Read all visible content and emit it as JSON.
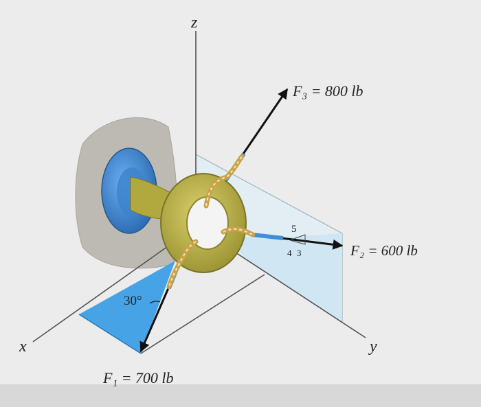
{
  "axes": {
    "x_label": "x",
    "y_label": "y",
    "z_label": "z"
  },
  "forces": {
    "f1": {
      "label": "F₁ = 700 lb",
      "angle_label": "30°"
    },
    "f2": {
      "label": "F₂ = 600 lb",
      "slope": {
        "hyp": "5",
        "a": "4",
        "b": "3"
      }
    },
    "f3": {
      "label": "F₃ = 800 lb"
    }
  },
  "colors": {
    "background": "#e9e9e9",
    "ring": "#bdb447",
    "plate": "#4a8fd6",
    "rope": "#c9a24a",
    "blue_plane": "#3da0e6",
    "light_plane": "#cfe6f2",
    "wall": "#bdbab3"
  }
}
